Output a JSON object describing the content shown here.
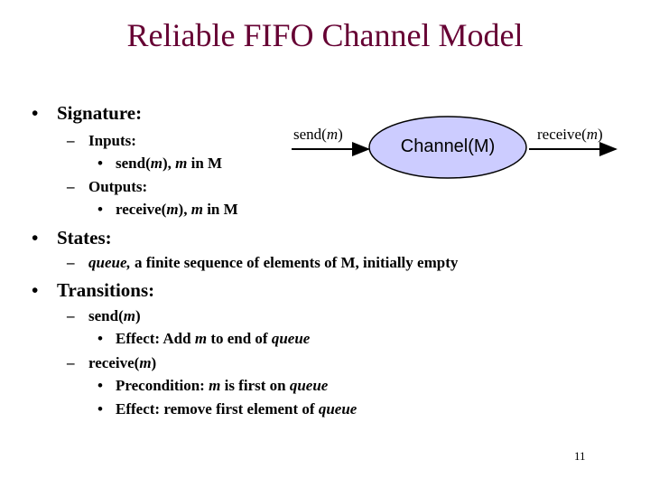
{
  "slide": {
    "title": "Reliable FIFO Channel Model",
    "page_number": "11",
    "colors": {
      "title": "#660033",
      "channel_fill": "#ccccff",
      "text": "#000000"
    }
  },
  "signature": {
    "heading": "Signature:",
    "inputs_label": "Inputs:",
    "input_send": "send(",
    "input_send_var": "m",
    "input_send_tail": "), ",
    "input_send_var2": "m",
    "input_send_end": " in M",
    "outputs_label": "Outputs:",
    "output_receive": "receive(",
    "output_receive_var": "m",
    "output_receive_tail": "), ",
    "output_receive_var2": "m",
    "output_receive_end": " in M"
  },
  "diagram": {
    "send_label": "send(",
    "send_var": "m",
    "send_close": ")",
    "channel_label": "Channel(M)",
    "receive_label": "receive(",
    "receive_var": "m",
    "receive_close": ")"
  },
  "states": {
    "heading": "States:",
    "queue_word": "queue,",
    "queue_desc": " a finite sequence of elements of M, initially empty"
  },
  "transitions": {
    "heading": "Transitions:",
    "send_action": "send(",
    "send_var": "m",
    "send_close": ")",
    "effect_label": "Effect:  Add ",
    "effect_var": "m",
    "effect_mid": " to end of ",
    "effect_queue": "queue",
    "receive_action": "receive(",
    "receive_var": "m",
    "receive_close": ")",
    "precondition_label": "Precondition:  ",
    "precondition_var": "m",
    "precondition_mid": " is first on ",
    "precondition_queue": "queue",
    "effect2_label": "Effect:  remove first element of ",
    "effect2_queue": "queue"
  }
}
